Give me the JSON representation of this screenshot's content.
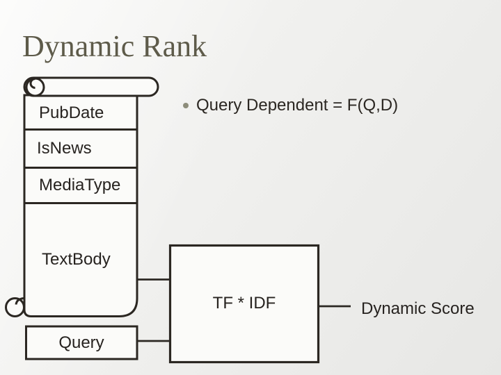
{
  "slide": {
    "title": "Dynamic Rank",
    "bullet": "Query Dependent = F(Q,D)"
  },
  "diagram": {
    "document_scroll": {
      "fields": [
        "PubDate",
        "IsNews",
        "MediaType",
        "TextBody"
      ]
    },
    "query_box_label": "Query",
    "ranker_box_label": "TF * IDF",
    "output_label": "Dynamic Score"
  },
  "colors": {
    "background_top_left": "#f7f7f5",
    "background_bottom_right": "#e7e7e5",
    "ink_outline": "#2b2722",
    "text": "#272320",
    "title": "#5e5b4a",
    "bullet_dot": "#8d8d7b",
    "shape_fill": "#fbfbf9"
  }
}
